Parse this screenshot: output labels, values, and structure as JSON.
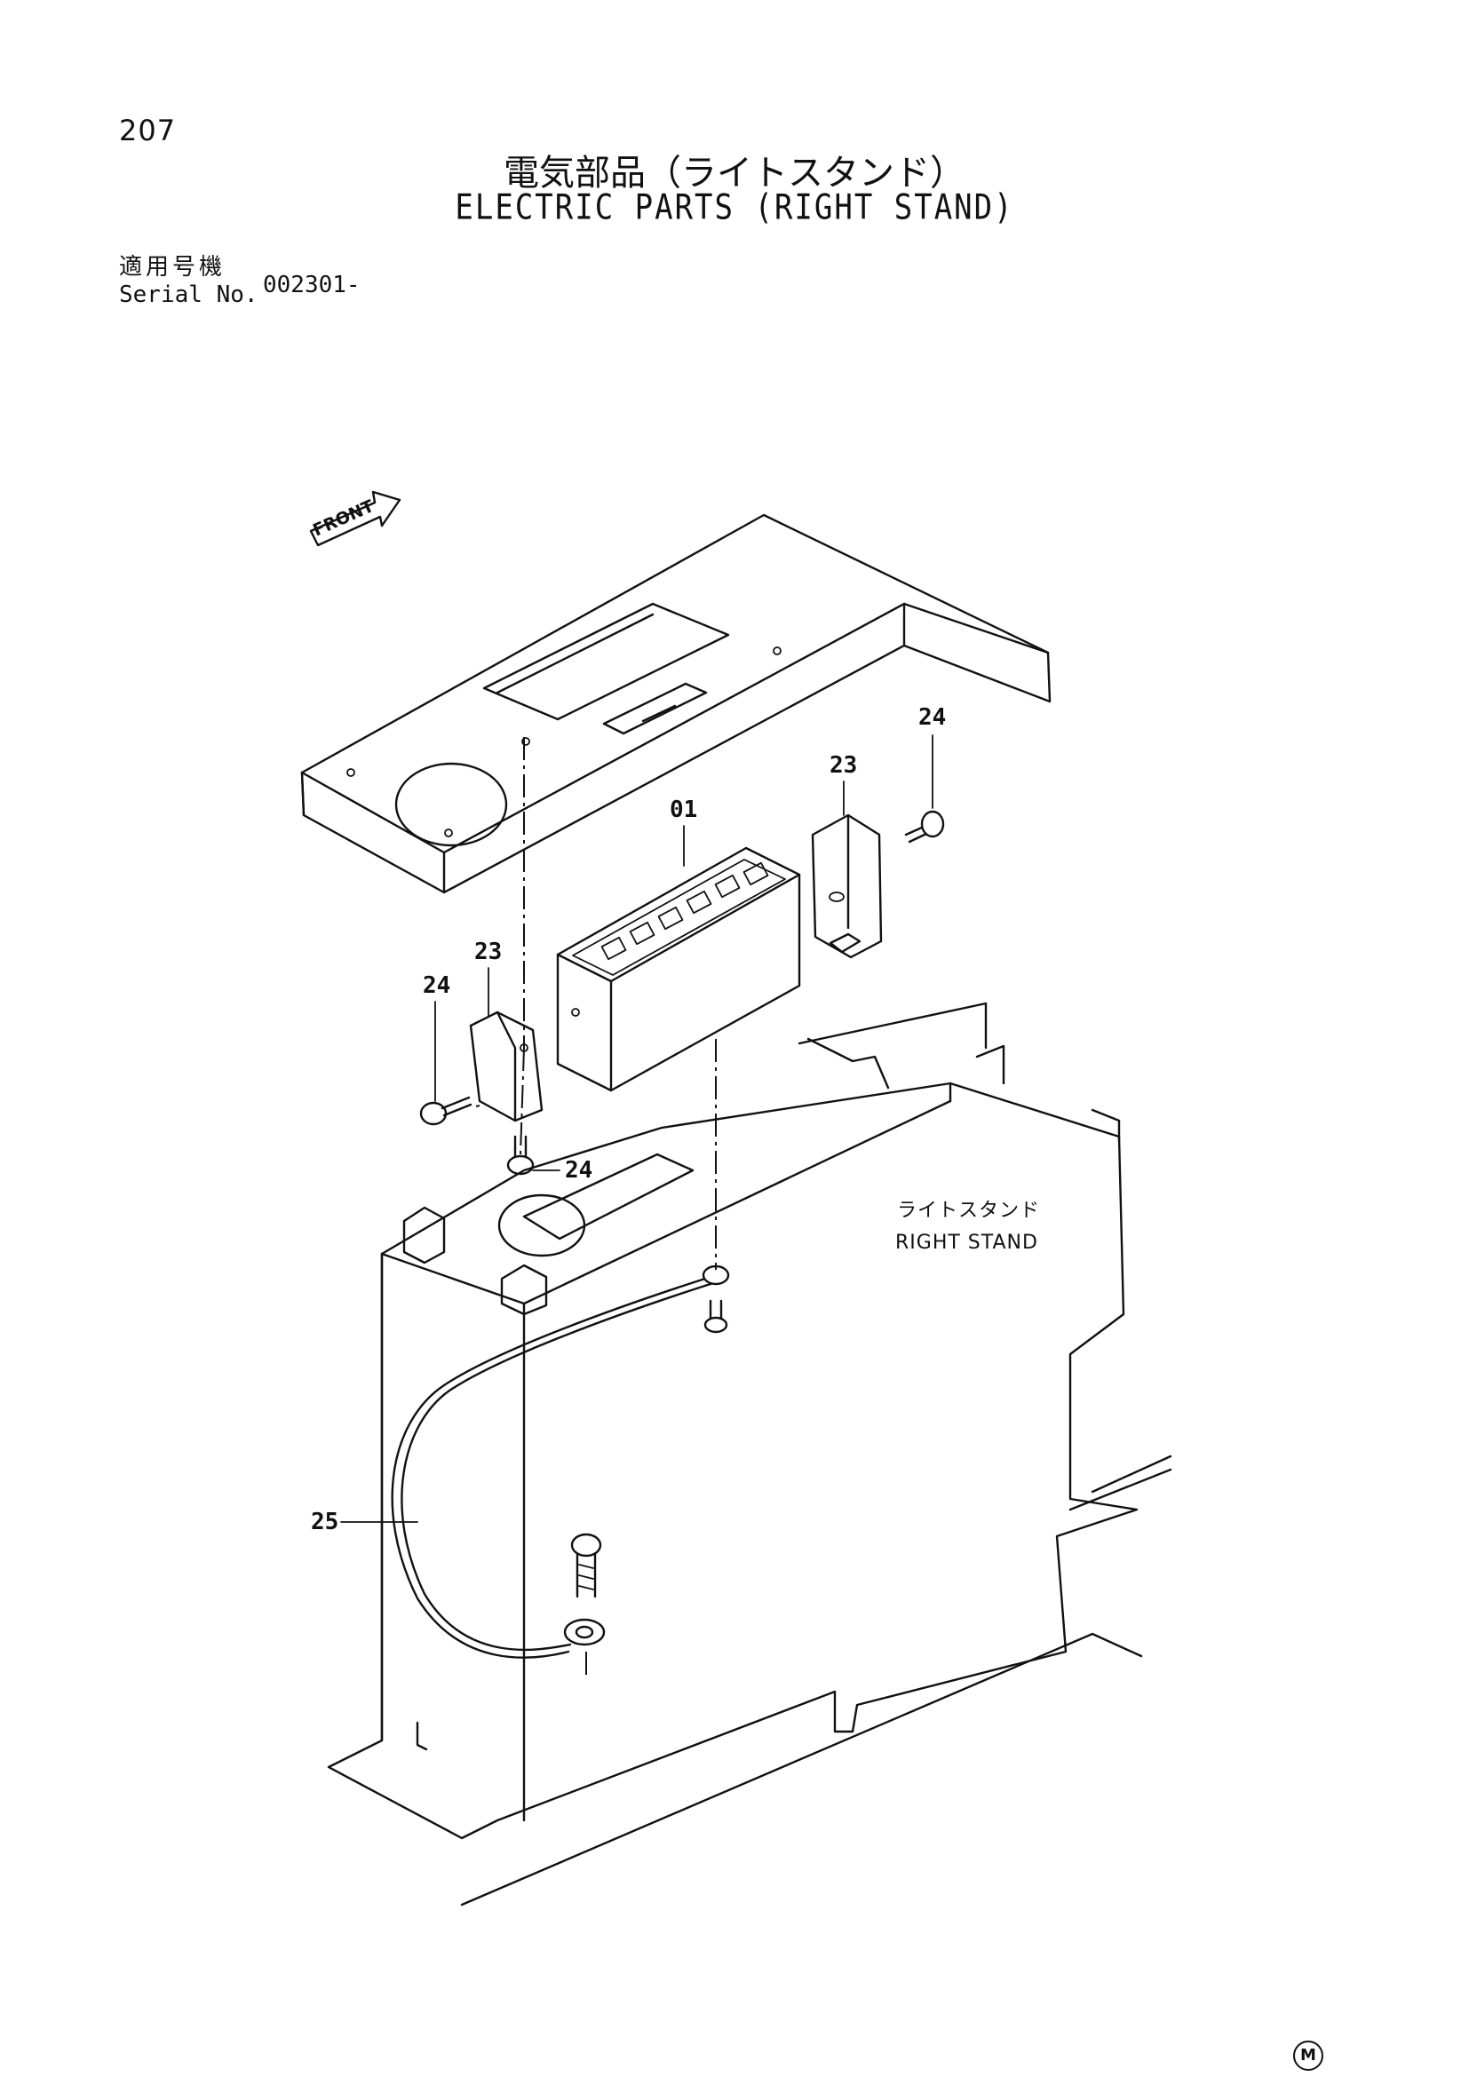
{
  "page": {
    "number": "207",
    "title_jp": "電気部品（ライトスタンド）",
    "title_en": "ELECTRIC PARTS (RIGHT STAND)"
  },
  "serial": {
    "label_jp": "適用号機",
    "label_en": "Serial No.",
    "value": "002301-"
  },
  "diagram": {
    "front_arrow": "FRONT",
    "stand_label_jp": "ライトスタンド",
    "stand_label_en": "RIGHT STAND",
    "callouts": [
      "24",
      "23",
      "01",
      "23",
      "24",
      "24",
      "25"
    ]
  },
  "footer": {
    "mark": "M"
  }
}
